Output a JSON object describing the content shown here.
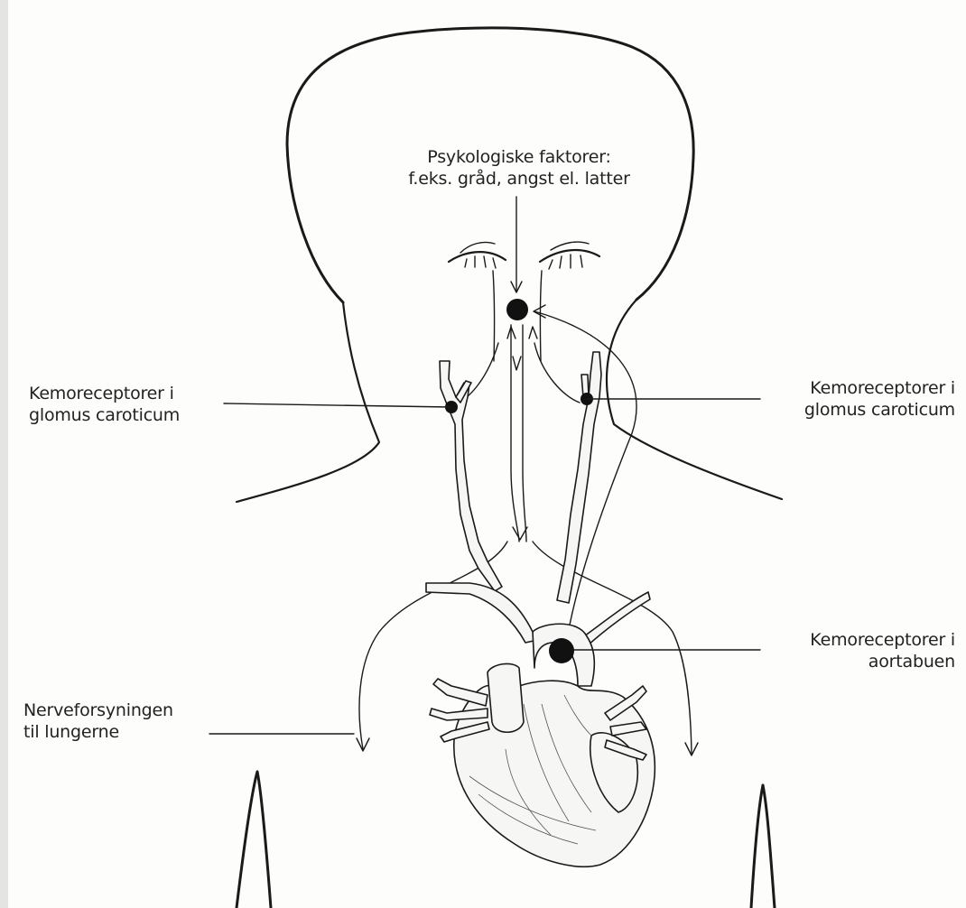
{
  "labels": {
    "psych_line1": "Psykologiske faktorer:",
    "psych_line2": "f.eks. gråd, angst el. latter",
    "left_carotid_line1": "Kemoreceptorer i",
    "left_carotid_line2": "glomus caroticum",
    "right_carotid_line1": "Kemoreceptorer i",
    "right_carotid_line2": "glomus caroticum",
    "aortic_line1": "Kemoreceptorer i",
    "aortic_line2": "aortabuen",
    "nerve_line1": "Nerveforsyningen",
    "nerve_line2": "til lungerne"
  },
  "colors": {
    "ink": "#1a1a1a",
    "paper": "#fdfdfc",
    "text": "#222222"
  }
}
